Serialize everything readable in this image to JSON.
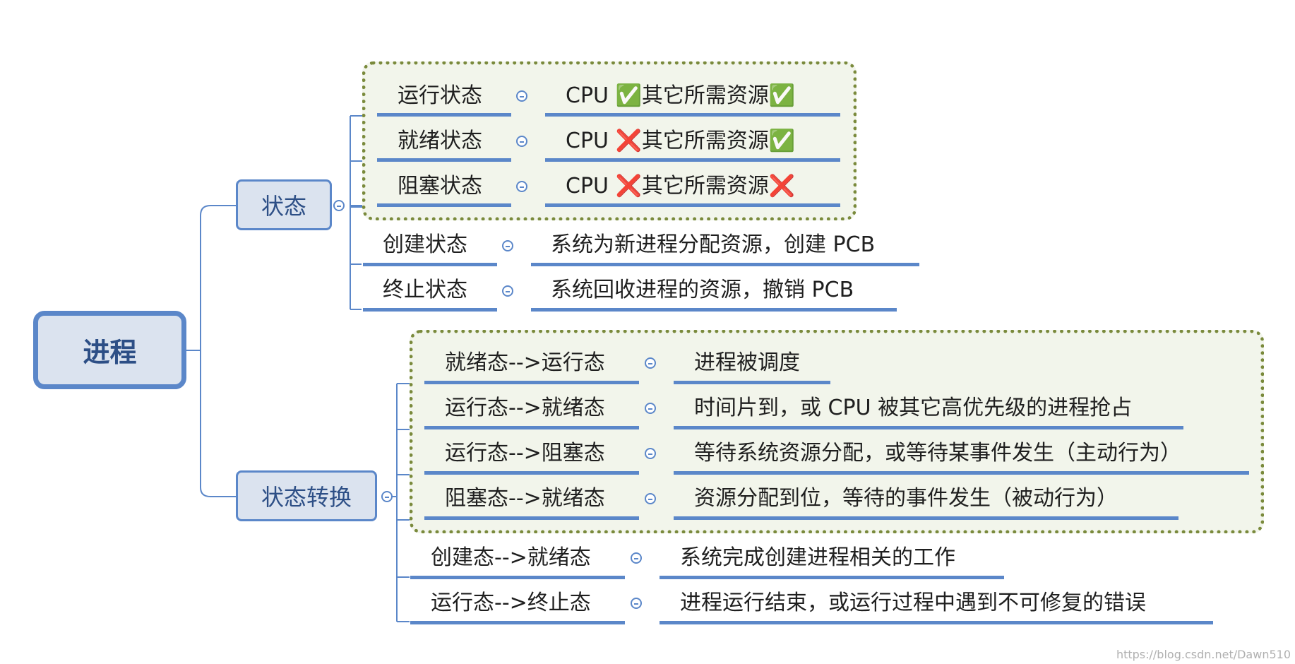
{
  "root": "进程",
  "branches": [
    {
      "label": "状态",
      "children": [
        {
          "label": "运行状态",
          "detail": "CPU ✅其它所需资源✅"
        },
        {
          "label": "就绪状态",
          "detail": "CPU ❌其它所需资源✅"
        },
        {
          "label": "阻塞状态",
          "detail": "CPU ❌其它所需资源❌"
        },
        {
          "label": "创建状态",
          "detail": "系统为新进程分配资源，创建 PCB"
        },
        {
          "label": "终止状态",
          "detail": "系统回收进程的资源，撤销 PCB"
        }
      ]
    },
    {
      "label": "状态转换",
      "children": [
        {
          "label": "就绪态-->运行态",
          "detail": "进程被调度"
        },
        {
          "label": "运行态-->就绪态",
          "detail": "时间片到，或 CPU 被其它高优先级的进程抢占"
        },
        {
          "label": "运行态-->阻塞态",
          "detail": "等待系统资源分配，或等待某事件发生（主动行为）"
        },
        {
          "label": "阻塞态-->就绪态",
          "detail": "资源分配到位，等待的事件发生（被动行为）"
        },
        {
          "label": "创建态-->就绪态",
          "detail": "系统完成创建进程相关的工作"
        },
        {
          "label": "运行态-->终止态",
          "detail": "进程运行结束，或运行过程中遇到不可修复的错误"
        }
      ]
    }
  ],
  "watermark": "https://blog.csdn.net/Dawn510",
  "colors": {
    "line": "#5b87c9",
    "node_fill": "#dbe3ef",
    "group_border": "#7a8a3c",
    "group_fill": "#f2f5eb"
  }
}
